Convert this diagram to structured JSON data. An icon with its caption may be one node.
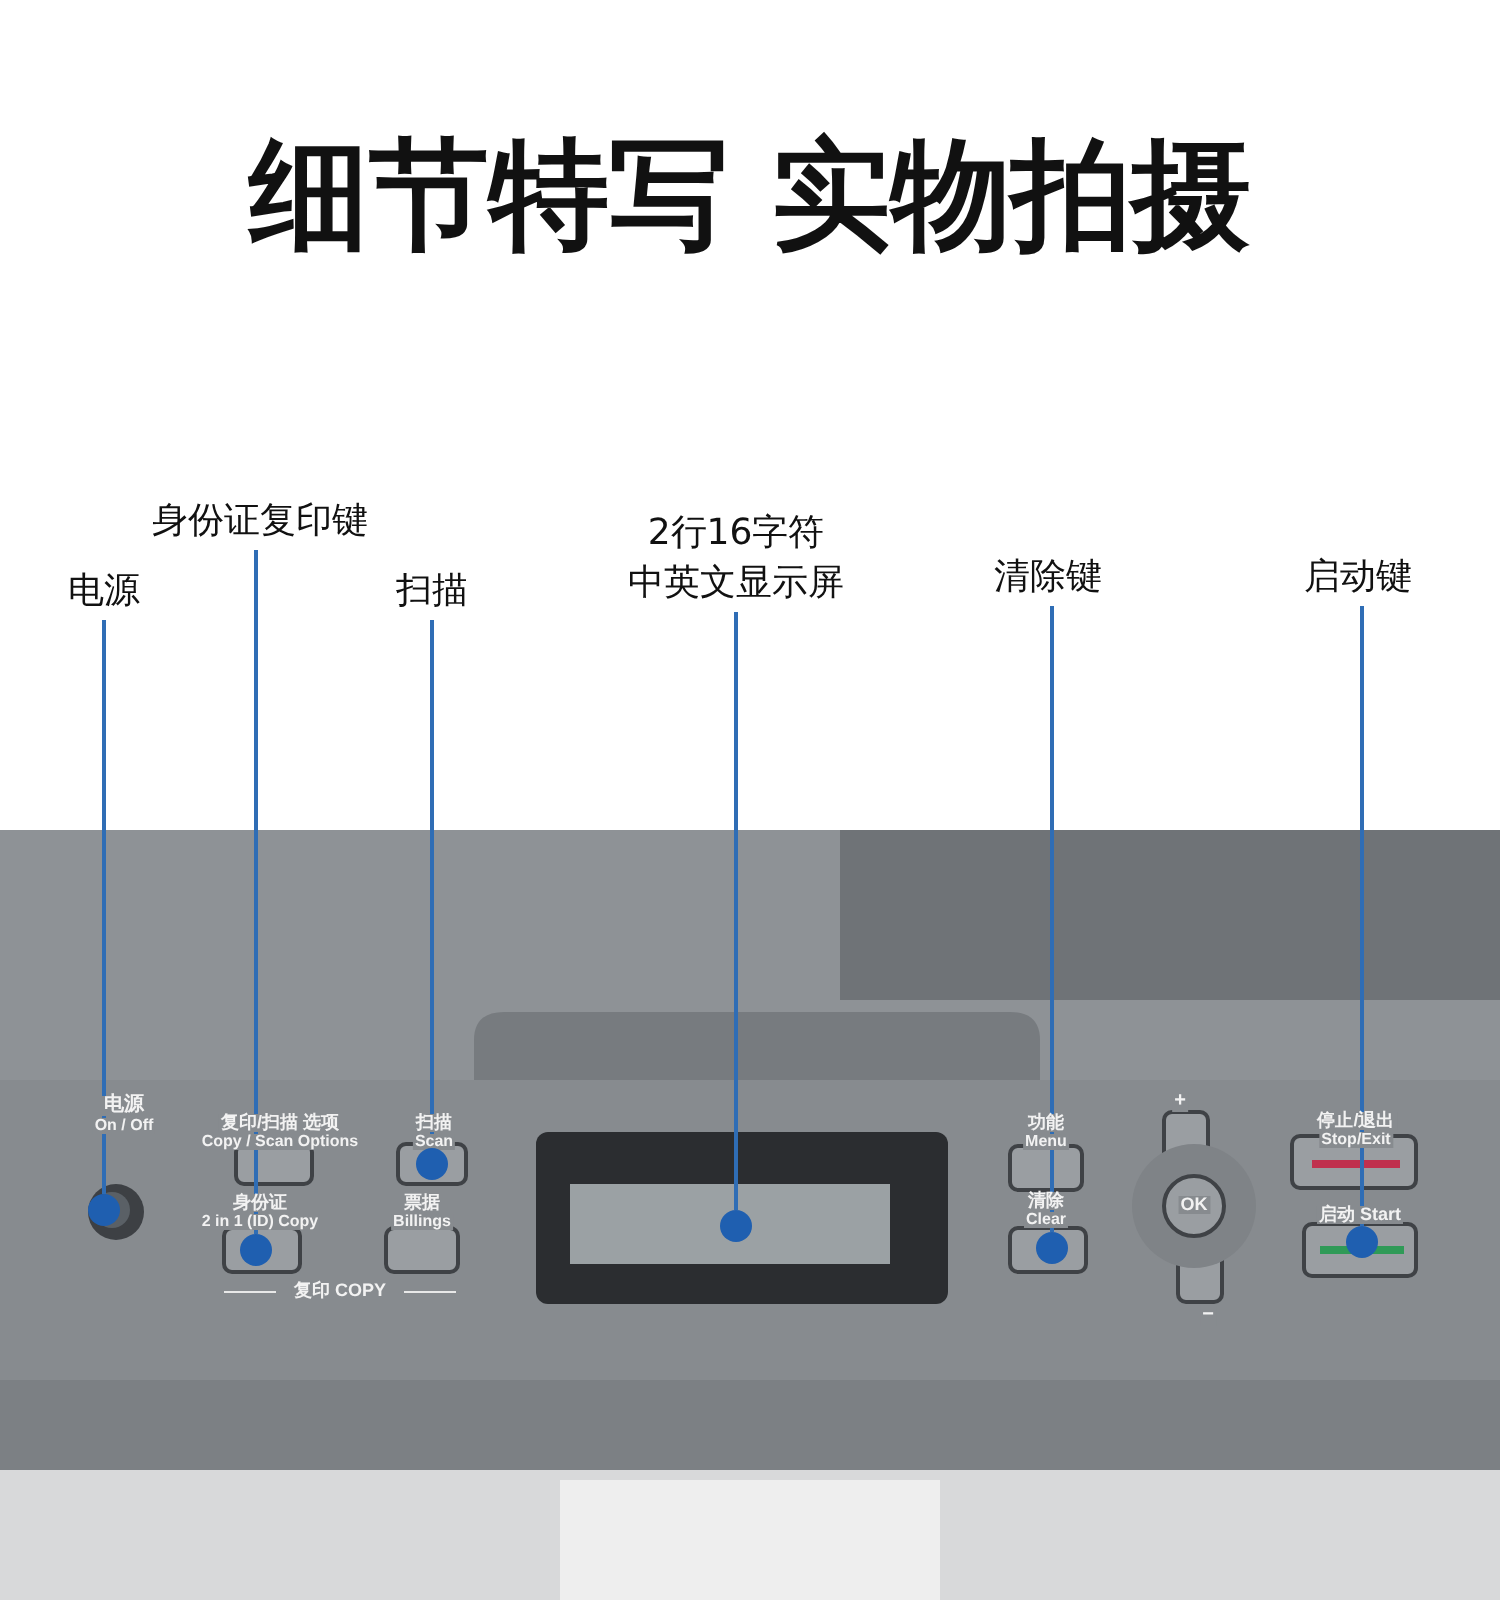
{
  "diagram": {
    "title": "细节特写 实物拍摄",
    "nodes": [
      {
        "text": [
          "电源"
        ]
      },
      {
        "text": [],
        "shape": "circle"
      },
      {
        "text": [
          "身份证复印键"
        ]
      },
      {
        "text": [],
        "shape": "circle"
      },
      {
        "text": [
          "扫描"
        ]
      },
      {
        "text": [],
        "shape": "circle"
      },
      {
        "text": [
          "2行16字符",
          "中英文显示屏"
        ]
      },
      {
        "text": [],
        "shape": "circle"
      },
      {
        "text": [
          "清除键"
        ]
      },
      {
        "text": [],
        "shape": "circle"
      },
      {
        "text": [
          "启动键"
        ]
      },
      {
        "text": [],
        "shape": "circle"
      }
    ],
    "edges": [
      {
        "from": 0,
        "to": 1,
        "arrow": "none"
      },
      {
        "from": 2,
        "to": 3,
        "arrow": "none"
      },
      {
        "from": 4,
        "to": 5,
        "arrow": "none"
      },
      {
        "from": 6,
        "to": 7,
        "arrow": "none"
      },
      {
        "from": 8,
        "to": 9,
        "arrow": "none"
      },
      {
        "from": 10,
        "to": 11,
        "arrow": "none"
      }
    ],
    "labels": [
      "电源",
      "On / Off",
      "复印/扫描 选项",
      "Copy / Scan Options",
      "扫描",
      "Scan",
      "身份证",
      "2 in 1 (ID) Copy",
      "票据",
      "Billings",
      "复印 COPY",
      "功能",
      "Menu",
      "清除",
      "Clear",
      "+",
      "OK",
      "−",
      "停止/退出",
      "Stop/Exit",
      "启动 Start"
    ]
  }
}
